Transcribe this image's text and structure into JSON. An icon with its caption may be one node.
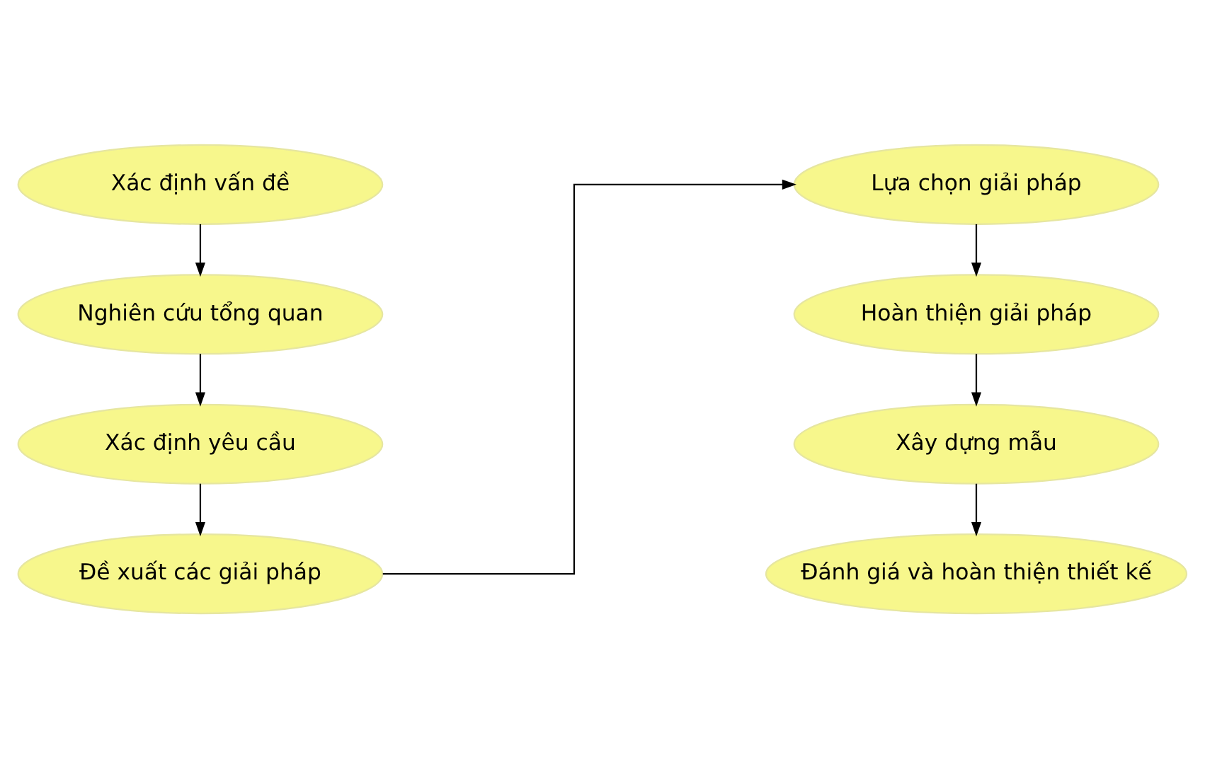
{
  "diagram": {
    "nodes": [
      {
        "text": [
          "Xác định vấn đề"
        ]
      },
      {
        "text": [
          "Nghiên cứu tổng quan"
        ]
      },
      {
        "text": [
          "Xác định yêu cầu"
        ]
      },
      {
        "text": [
          "Đề xuất các giải pháp"
        ]
      },
      {
        "text": [
          "Lựa chọn giải pháp"
        ]
      },
      {
        "text": [
          "Hoàn thiện giải pháp"
        ]
      },
      {
        "text": [
          "Xây dựng mẫu"
        ]
      },
      {
        "text": [
          "Đánh giá và hoàn thiện thiết kế"
        ]
      }
    ],
    "edges": [
      {
        "from": 0,
        "to": 1,
        "arrow": "to"
      },
      {
        "from": 1,
        "to": 2,
        "arrow": "to"
      },
      {
        "from": 2,
        "to": 3,
        "arrow": "to"
      },
      {
        "from": 3,
        "to": 4,
        "arrow": "to"
      },
      {
        "from": 4,
        "to": 5,
        "arrow": "to"
      },
      {
        "from": 5,
        "to": 6,
        "arrow": "to"
      },
      {
        "from": 6,
        "to": 7,
        "arrow": "to"
      }
    ]
  }
}
